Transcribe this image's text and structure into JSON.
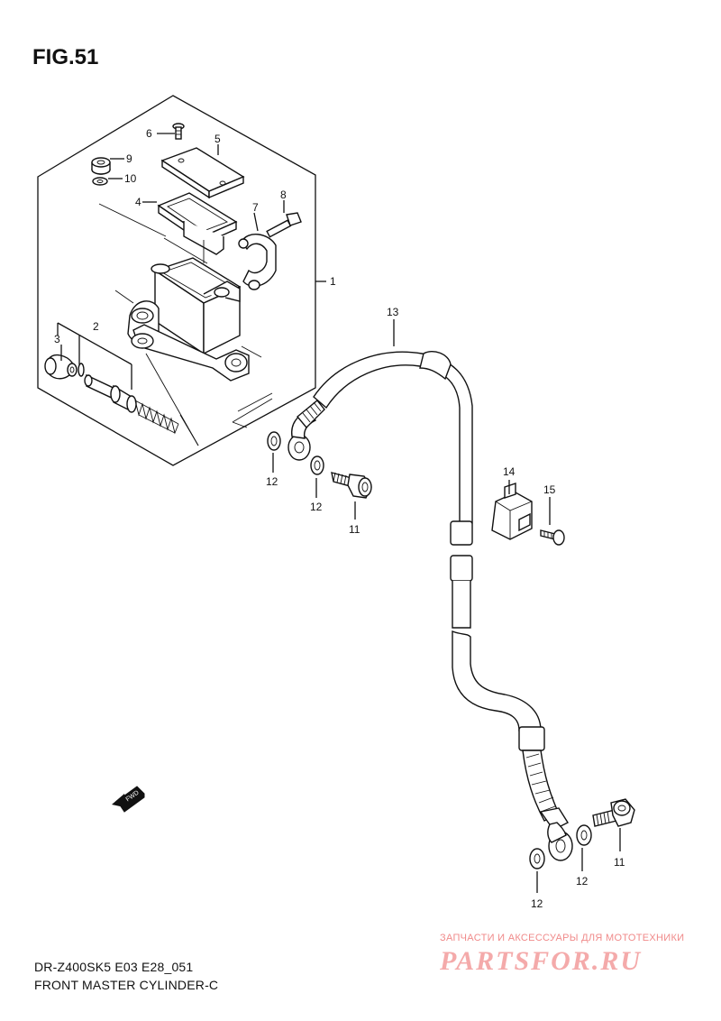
{
  "figure_title": "FIG.51",
  "model_code": "DR-Z400SK5 E03 E28_051",
  "assembly_name": "FRONT MASTER CYLINDER-C",
  "watermark": {
    "tagline": "ЗАПЧАСТИ И АКСЕССУАРЫ ДЛЯ МОТОТЕХНИКИ",
    "logo_text": "PARTSFOR.RU"
  },
  "fwd_label": "FWD",
  "callouts": {
    "c1": "1",
    "c2": "2",
    "c3": "3",
    "c4": "4",
    "c5": "5",
    "c6": "6",
    "c7": "7",
    "c8": "8",
    "c9": "9",
    "c10": "10",
    "c11a": "11",
    "c11b": "11",
    "c12a": "12",
    "c12b": "12",
    "c12c": "12",
    "c12d": "12",
    "c13": "13",
    "c14": "14",
    "c15": "15"
  }
}
